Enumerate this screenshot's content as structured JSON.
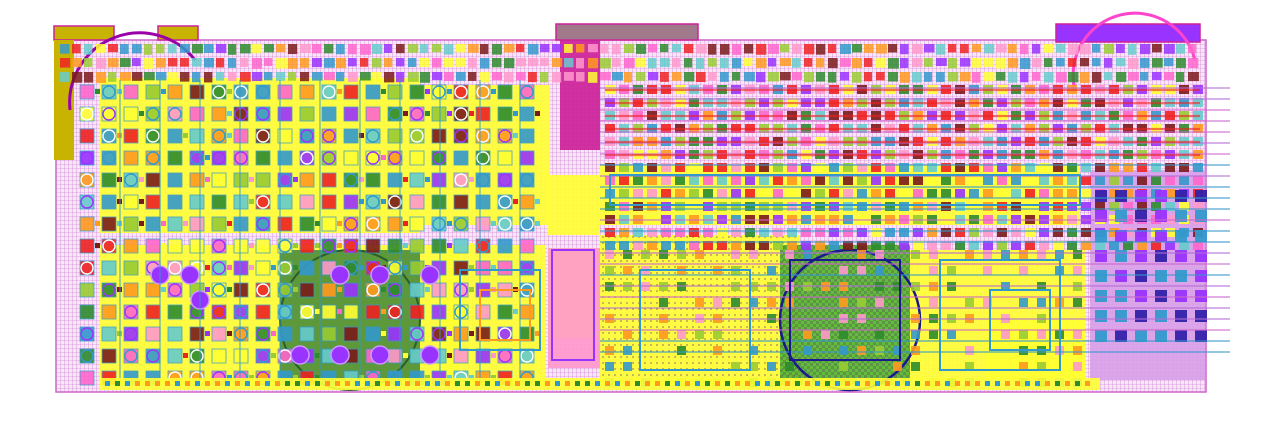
{
  "viewer": {
    "background": "#ffffff"
  },
  "layout": {
    "description_visible_text": "",
    "layers": [
      {
        "name": "boundary",
        "color": "#cc66cc"
      },
      {
        "name": "metal-yellow",
        "color": "#ffff33"
      },
      {
        "name": "metal-orange",
        "color": "#ff9a1f"
      },
      {
        "name": "via-blue",
        "color": "#3399cc"
      },
      {
        "name": "diff-green",
        "color": "#2e8b2e"
      },
      {
        "name": "poly-purple",
        "color": "#9933ff"
      },
      {
        "name": "implant-pink",
        "color": "#ff99cc"
      },
      {
        "name": "contact-red",
        "color": "#ee2222"
      },
      {
        "name": "well-magenta",
        "color": "#cc2299"
      },
      {
        "name": "contact-navy",
        "color": "#1a1a8c"
      },
      {
        "name": "teal",
        "color": "#66cccc"
      },
      {
        "name": "dark-red",
        "color": "#7a1a1a"
      },
      {
        "name": "olive",
        "color": "#c8b400"
      },
      {
        "name": "cyan-outline",
        "color": "#33cccc"
      }
    ]
  }
}
